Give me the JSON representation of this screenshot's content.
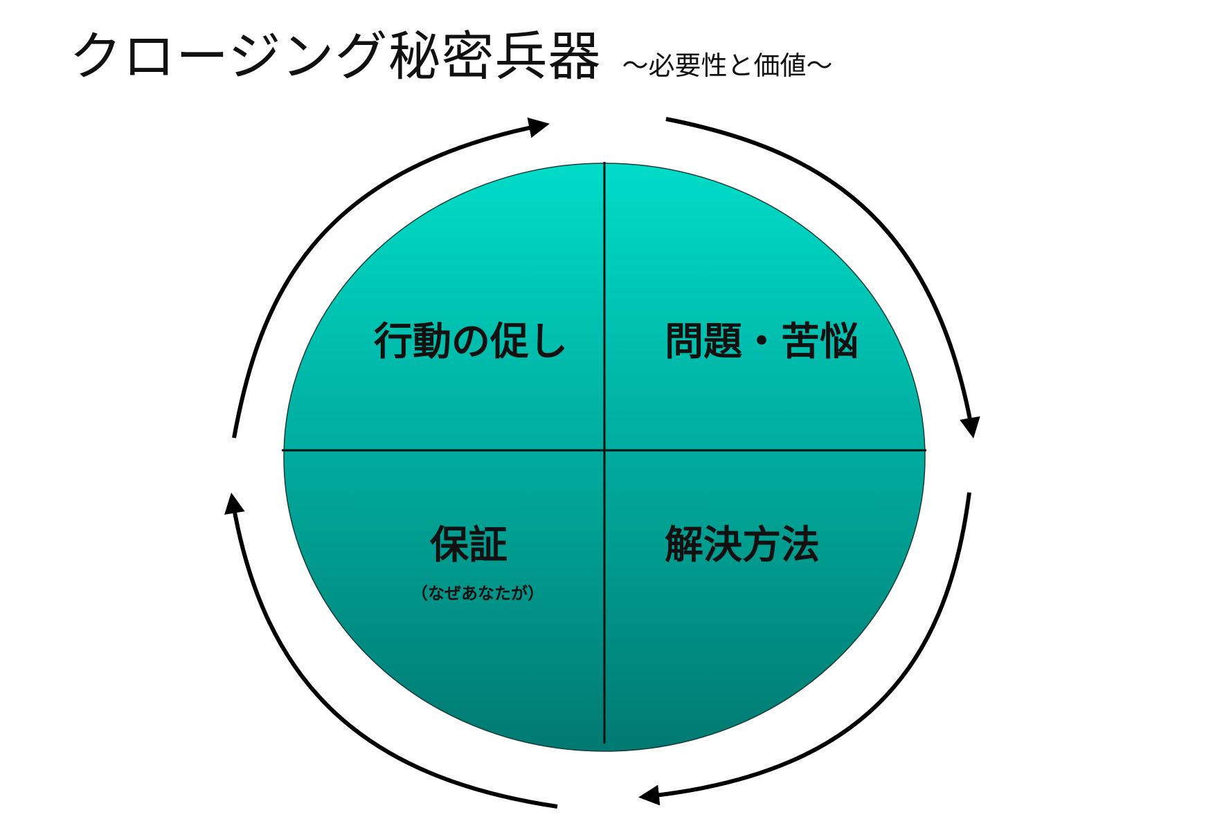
{
  "title": {
    "main": "クロージング秘密兵器",
    "sub": "〜必要性と価値〜"
  },
  "circle": {
    "gradient_top": "#00dcc8",
    "gradient_bottom": "#007a72",
    "divider_color": "#111111",
    "quadrants": {
      "top_left": {
        "label": "行動の促し"
      },
      "top_right": {
        "label": "問題・苦悩"
      },
      "bottom_left": {
        "label": "保証",
        "note": "（なぜあなたが）"
      },
      "bottom_right": {
        "label": "解決方法"
      }
    }
  },
  "cycle": {
    "direction": "clockwise",
    "arrow_color": "#000000",
    "arrow_count": 4
  }
}
